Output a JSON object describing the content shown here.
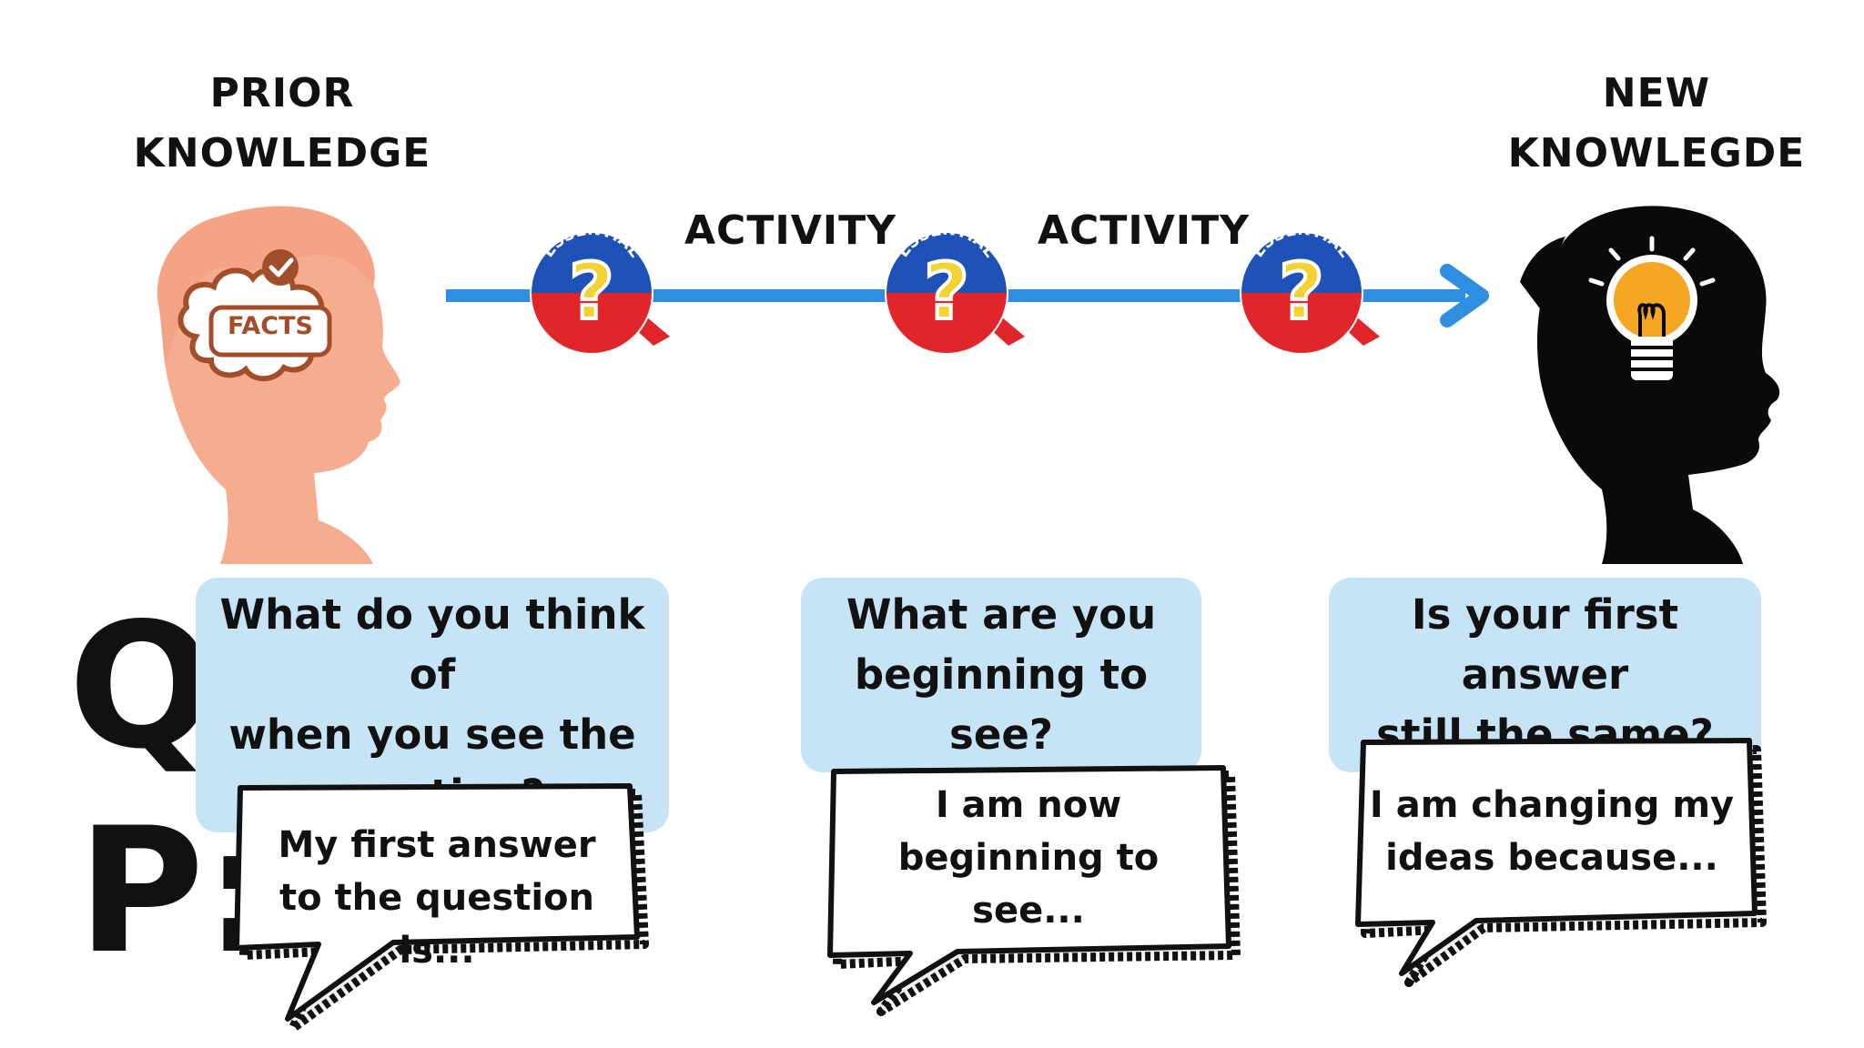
{
  "headers": {
    "prior": [
      "PRIOR",
      "KNOWLEDGE"
    ],
    "new": [
      "NEW",
      "KNOWLEGDE"
    ]
  },
  "prior_head": {
    "cloud_label": "FACTS"
  },
  "activities": [
    "ACTIVITY",
    "ACTIVITY"
  ],
  "badges": [
    {
      "label": "ESSENTIAL",
      "glyph": "?"
    },
    {
      "label": "ESSENTIAL",
      "glyph": "?"
    },
    {
      "label": "ESSENTIAL",
      "glyph": "?"
    }
  ],
  "row_labels": {
    "q": "Q:",
    "p": "P:"
  },
  "questions": [
    [
      "What do you think of",
      "when you see the",
      "question?"
    ],
    [
      "What are you",
      "beginning to see?"
    ],
    [
      "Is your first answer",
      "still the same?"
    ]
  ],
  "prompts": [
    [
      "My first answer",
      "to the question is..."
    ],
    [
      "I am now",
      "beginning to",
      "see..."
    ],
    [
      "I am changing my",
      "ideas because..."
    ]
  ],
  "colors": {
    "arrow": "#2f8ee0",
    "question_bg": "#c6e4f6",
    "prior_head": "#f6ad8f",
    "prior_hair": "#f4a384",
    "cloud": "#a34e2a",
    "new_head": "#0a0a0a",
    "bulb": "#f5a623",
    "badge_blue": "#1f52b8",
    "badge_red": "#e0262b",
    "badge_yellow": "#f3d234"
  },
  "icons": [
    "head-facts-icon",
    "head-lightbulb-icon",
    "essential-question-badge-icon",
    "speech-bubble-icon"
  ]
}
